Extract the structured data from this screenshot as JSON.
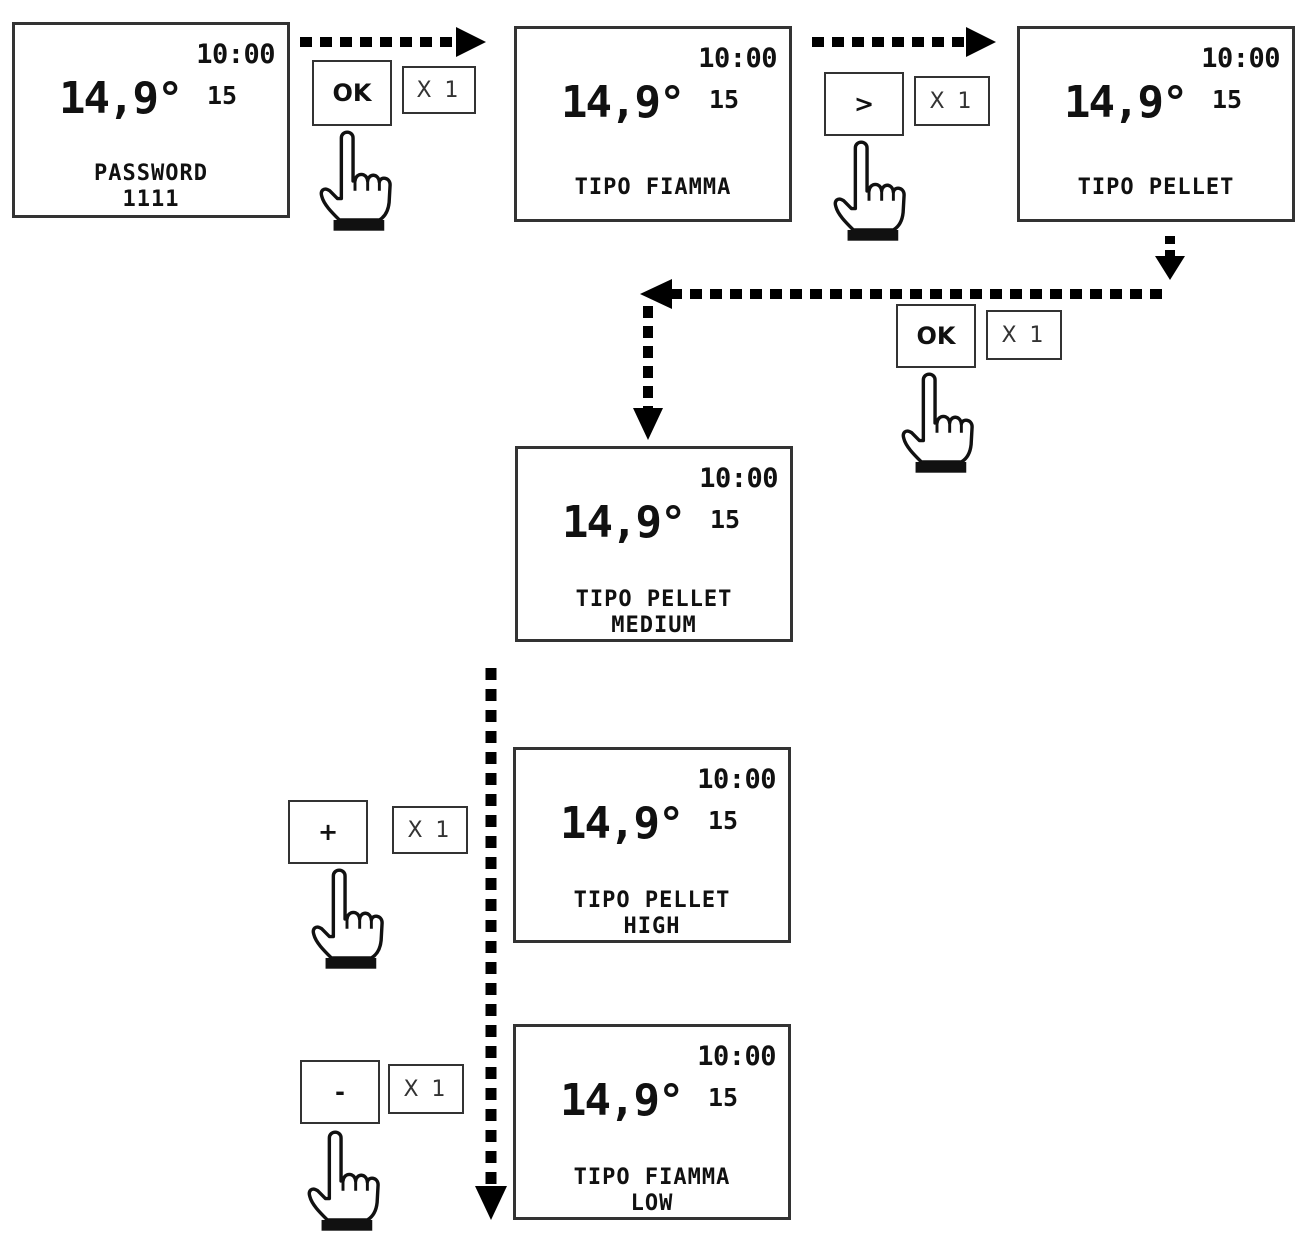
{
  "screens": [
    {
      "clock": "10:00",
      "temp": "14,9°",
      "number": "15",
      "line1": "PASSWORD",
      "line2": "1111"
    },
    {
      "clock": "10:00",
      "temp": "14,9°",
      "number": "15",
      "line1": "TIPO FIAMMA",
      "line2": ""
    },
    {
      "clock": "10:00",
      "temp": "14,9°",
      "number": "15",
      "line1": "TIPO PELLET",
      "line2": ""
    },
    {
      "clock": "10:00",
      "temp": "14,9°",
      "number": "15",
      "line1": "TIPO PELLET",
      "line2": "MEDIUM"
    },
    {
      "clock": "10:00",
      "temp": "14,9°",
      "number": "15",
      "line1": "TIPO PELLET",
      "line2": "HIGH"
    },
    {
      "clock": "10:00",
      "temp": "14,9°",
      "number": "15",
      "line1": "TIPO FIAMMA",
      "line2": "LOW"
    }
  ],
  "steps": [
    {
      "key": "OK",
      "count": "X 1"
    },
    {
      "key": ">",
      "count": "X 1"
    },
    {
      "key": "OK",
      "count": "X 1"
    },
    {
      "key": "+",
      "count": "X 1"
    },
    {
      "key": "-",
      "count": "X 1"
    }
  ],
  "icons": {
    "press": "pointing-hand-icon",
    "arrow": "dotted-arrow"
  }
}
